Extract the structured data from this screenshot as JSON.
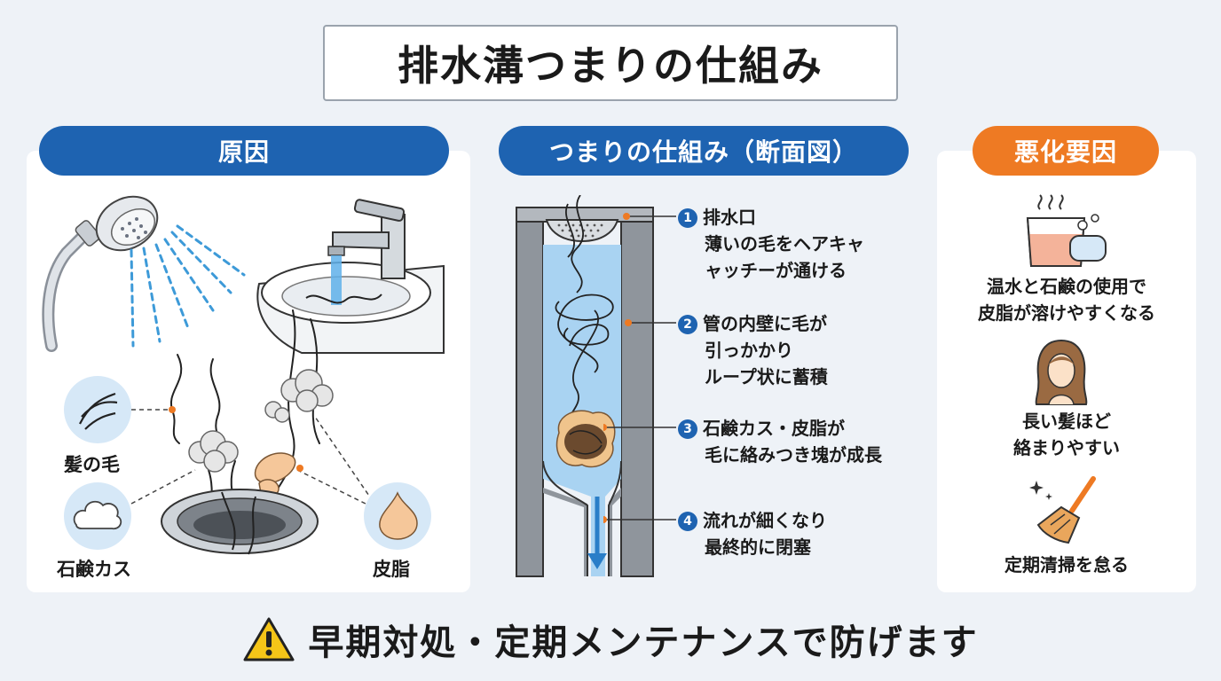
{
  "title": "排水溝つまりの仕組み",
  "sections": {
    "cause": "原因",
    "mechanism": "つまりの仕組み（断面図）",
    "factors": "悪化要因"
  },
  "cause_labels": {
    "hair": "髪の毛",
    "soap_scum": "石鹸カス",
    "sebum": "皮脂"
  },
  "steps": [
    {
      "num": "1",
      "title": "排水口",
      "lines": [
        "薄いの毛をヘアキャ",
        "ャッチーが通ける"
      ]
    },
    {
      "num": "2",
      "title": "管の内壁に毛が",
      "lines": [
        "引っかかり",
        "ループ状に蓄積"
      ]
    },
    {
      "num": "3",
      "title": "石鹸カス・皮脂が",
      "lines": [
        "毛に絡みつき塊が成長"
      ]
    },
    {
      "num": "4",
      "title": "流れが細くなり",
      "lines": [
        "最終的に閉塞"
      ]
    }
  ],
  "factors": [
    {
      "icon": "hot-water-soap-icon",
      "lines": [
        "温水と石鹸の使用で",
        "皮脂が溶けやすくなる"
      ]
    },
    {
      "icon": "long-hair-woman-icon",
      "lines": [
        "長い髪ほど",
        "絡まりやすい"
      ]
    },
    {
      "icon": "broom-icon",
      "lines": [
        "定期清掃を怠る"
      ]
    }
  ],
  "bottom_message": "早期対処・定期メンテナンスで防げます",
  "colors": {
    "primary_blue": "#1e63b1",
    "accent_orange": "#ee7a23",
    "water": "#a9d3f2",
    "warning_yellow": "#f5c518"
  }
}
